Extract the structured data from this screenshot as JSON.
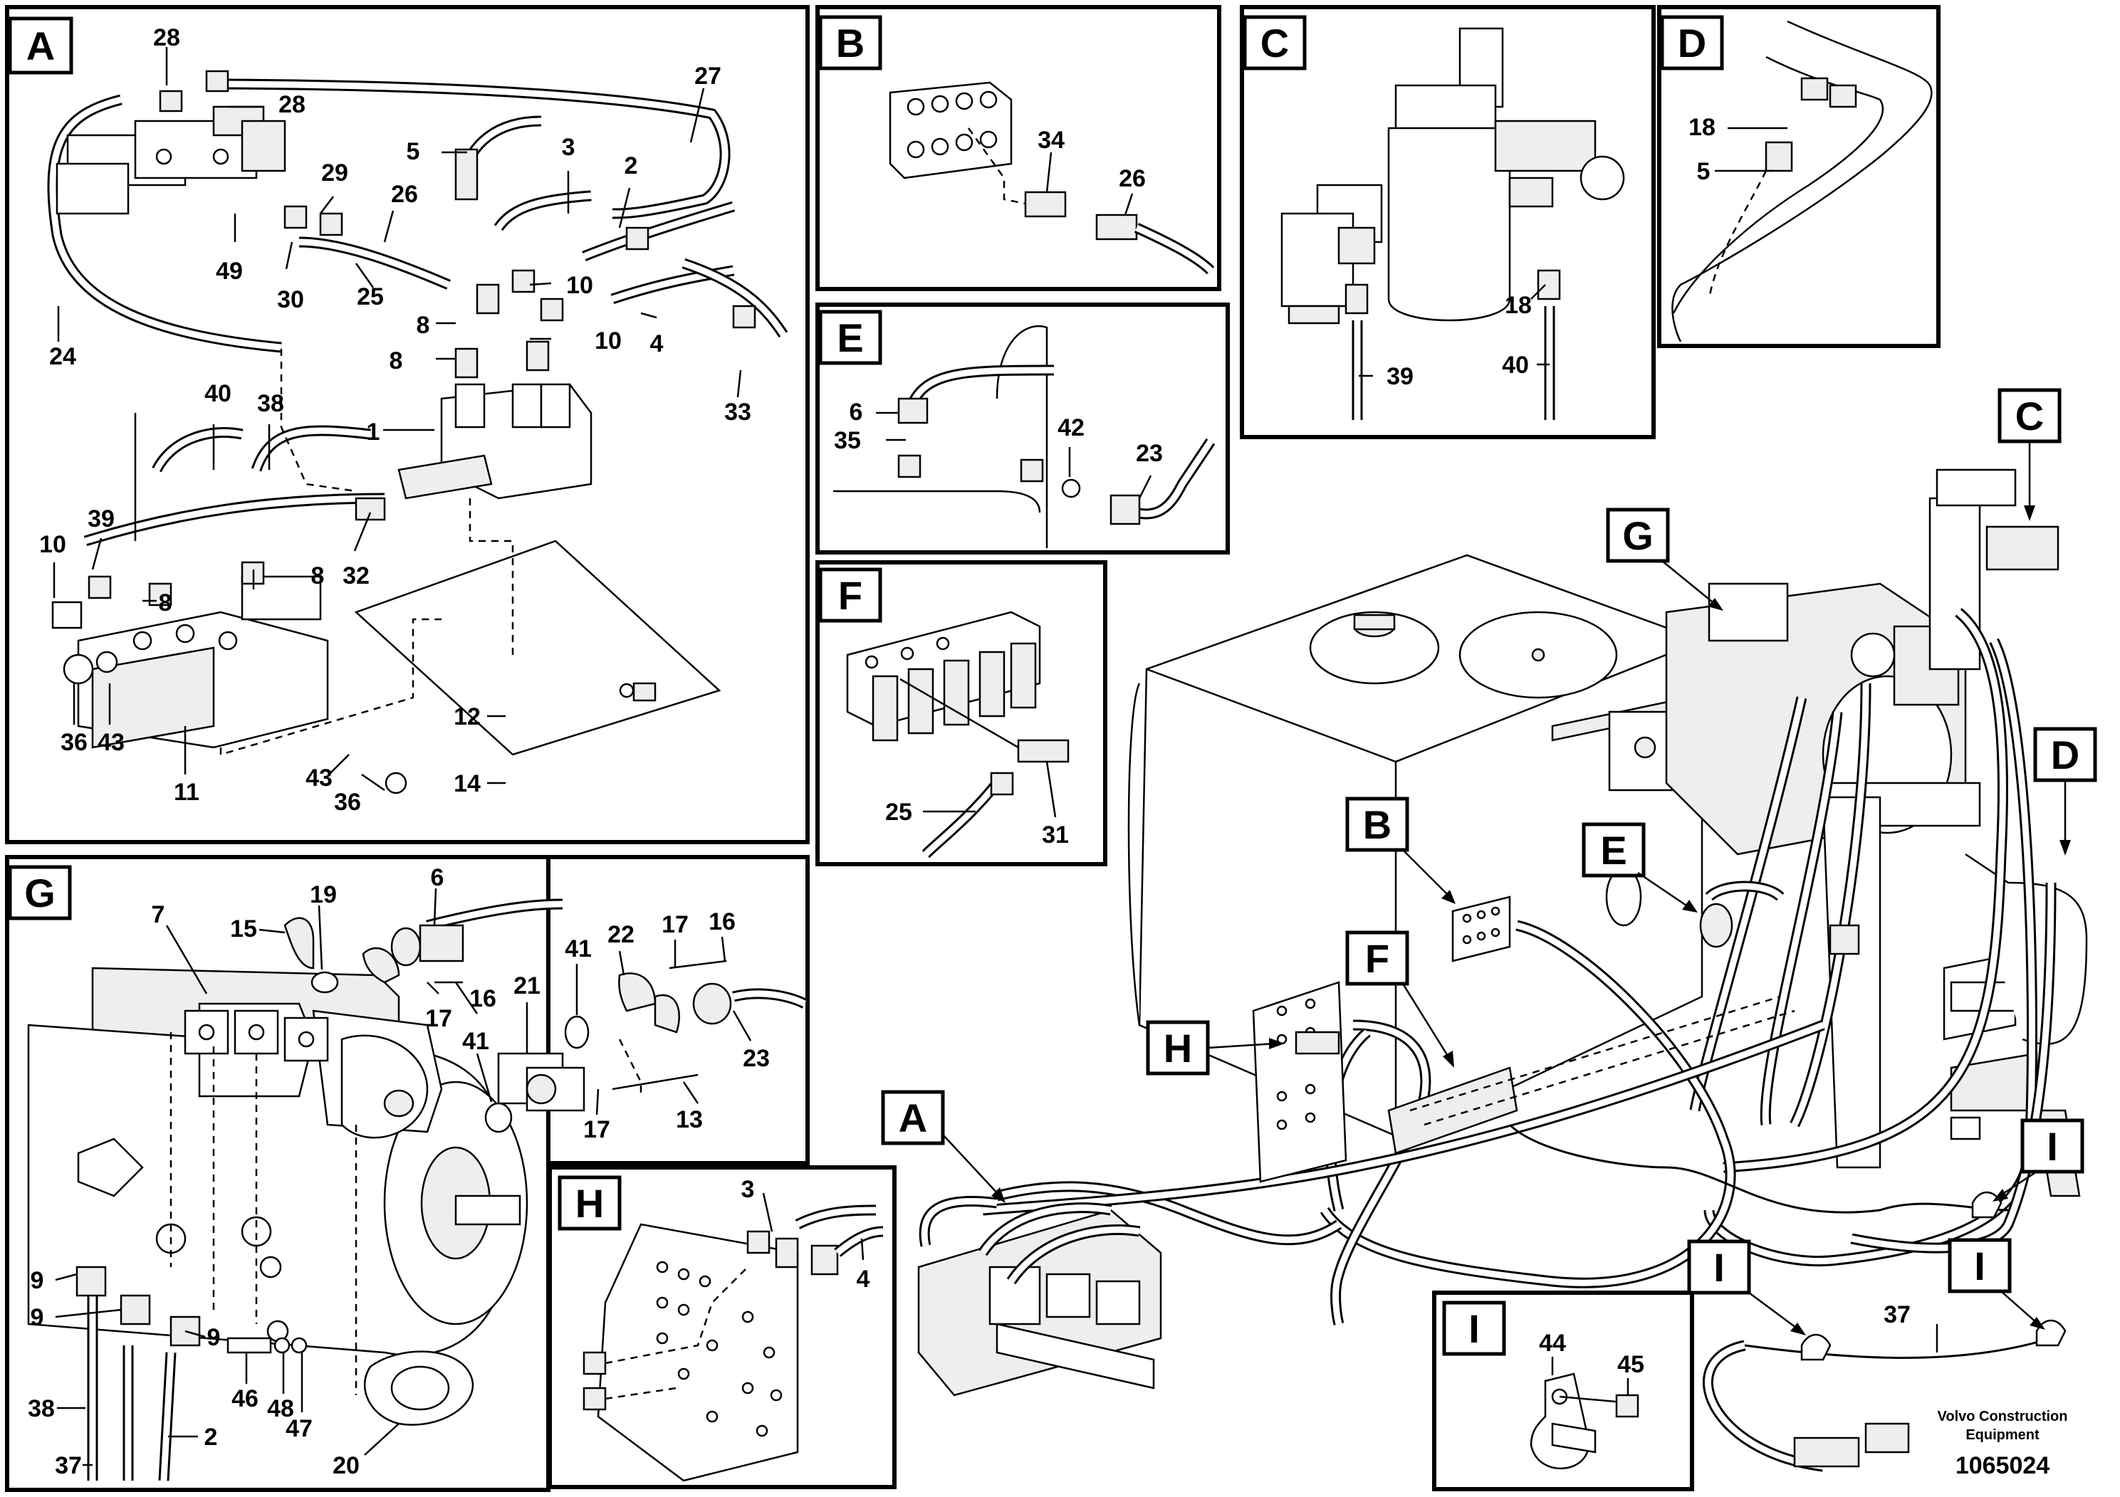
{
  "panels": {
    "A": {
      "label": "A",
      "callouts": [
        "28",
        "28",
        "27",
        "5",
        "3",
        "2",
        "29",
        "26",
        "49",
        "30",
        "25",
        "10",
        "10",
        "8",
        "8",
        "24",
        "4",
        "33",
        "40",
        "38",
        "1",
        "39",
        "10",
        "8",
        "8",
        "32",
        "12",
        "14",
        "36",
        "43",
        "11",
        "43",
        "36"
      ]
    },
    "B": {
      "label": "B",
      "callouts": [
        "34",
        "26"
      ]
    },
    "C": {
      "label": "C",
      "callouts": [
        "18",
        "39",
        "40"
      ]
    },
    "D": {
      "label": "D",
      "callouts": [
        "18",
        "5"
      ]
    },
    "E": {
      "label": "E",
      "callouts": [
        "6",
        "35",
        "42",
        "23"
      ]
    },
    "F": {
      "label": "F",
      "callouts": [
        "25",
        "31"
      ]
    },
    "G": {
      "label": "G",
      "callouts": [
        "19",
        "6",
        "15",
        "7",
        "21",
        "41",
        "22",
        "17",
        "16",
        "17",
        "16",
        "41",
        "23",
        "17",
        "13",
        "9",
        "9",
        "9",
        "38",
        "46",
        "48",
        "47",
        "20",
        "37",
        "2"
      ]
    },
    "H": {
      "label": "H",
      "callouts": [
        "3",
        "4"
      ]
    },
    "I": {
      "label": "I",
      "callouts": [
        "44",
        "45"
      ]
    }
  },
  "main_view": {
    "pointers": [
      "C",
      "G",
      "D",
      "E",
      "B",
      "F",
      "H",
      "A",
      "I",
      "I",
      "I"
    ],
    "callout_37": "37"
  },
  "footer": {
    "brand_line1": "Volvo Construction",
    "brand_line2": "Equipment",
    "drawing_number": "1065024"
  }
}
